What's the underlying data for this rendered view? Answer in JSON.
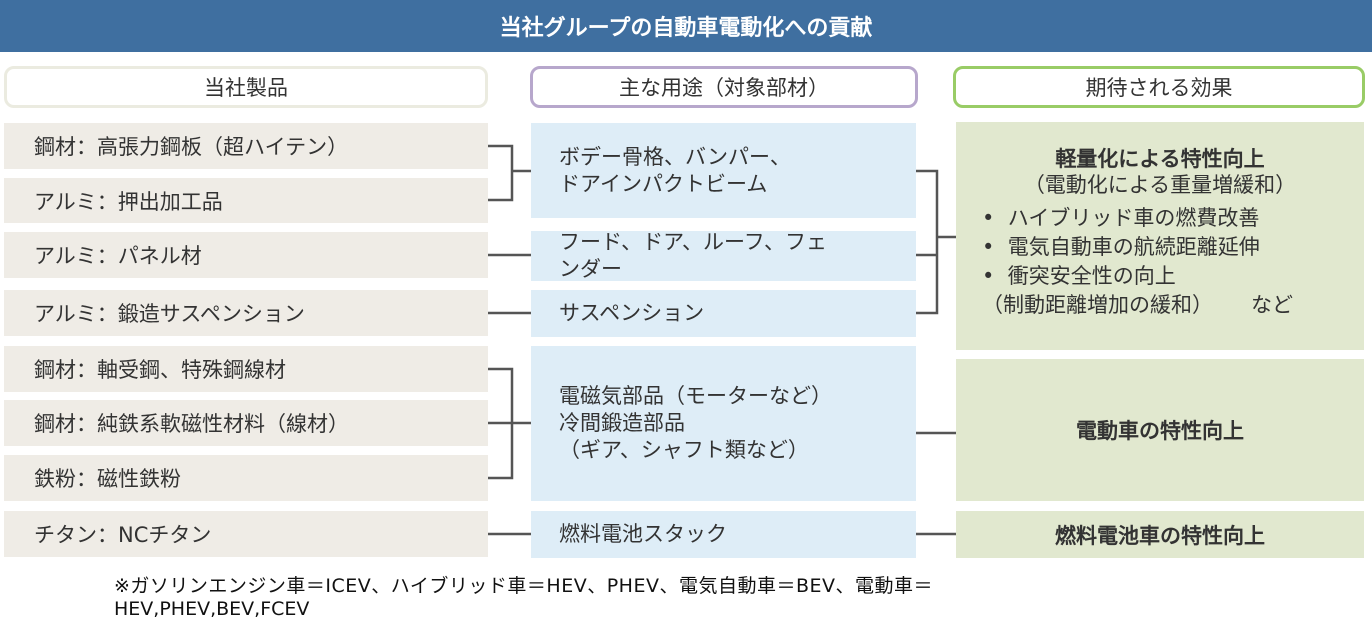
{
  "title": "当社グループの自動車電動化への貢献",
  "headers": {
    "products": "当社製品",
    "uses": "主な用途（対象部材）",
    "effects": "期待される効果"
  },
  "products": [
    "鋼材：高張力鋼板（超ハイテン）",
    "アルミ：押出加工品",
    "アルミ：パネル材",
    "アルミ：鍛造サスペンション",
    "鋼材：軸受鋼、特殊鋼線材",
    "鋼材：純鉄系軟磁性材料（線材）",
    "鉄粉：磁性鉄粉",
    "チタン：NCチタン"
  ],
  "uses": [
    {
      "lines": [
        "ボデー骨格、バンパー、",
        "ドアインパクトビーム"
      ]
    },
    {
      "lines": [
        "フード、ドア、ルーフ、フェ",
        "ンダー"
      ]
    },
    {
      "lines": [
        "サスペンション"
      ]
    },
    {
      "lines": [
        "電磁気部品（モーターなど）",
        "冷間鍛造部品",
        "（ギア、シャフト類など）"
      ]
    },
    {
      "lines": [
        "燃料電池スタック"
      ]
    }
  ],
  "effects": {
    "lightweight": {
      "title": "軽量化による特性向上",
      "subtitle": "（電動化による重量増緩和）",
      "bullets": [
        "ハイブリッド車の燃費改善",
        "電気自動車の航続距離延伸",
        "衝突安全性の向上"
      ],
      "bullet_note": "（制動距離増加の緩和）",
      "suffix": "など"
    },
    "ev": "電動車の特性向上",
    "fcv": "燃料電池車の特性向上"
  },
  "footnote": {
    "line1": "※ガソリンエンジン車＝ICEV、ハイブリッド車＝HEV、PHEV、電気自動車＝BEV、電動車＝",
    "line2": "HEV,PHEV,BEV,FCEV"
  },
  "colors": {
    "title_bar": "#3f6fa0",
    "product_bg": "#efece6",
    "use_bg": "#deedf7",
    "effect_bg": "#e1e8cf",
    "header_products_border": "#ebebe0",
    "header_uses_border": "#b7a7cc",
    "header_effects_border": "#99cc66",
    "connector": "#555555"
  }
}
